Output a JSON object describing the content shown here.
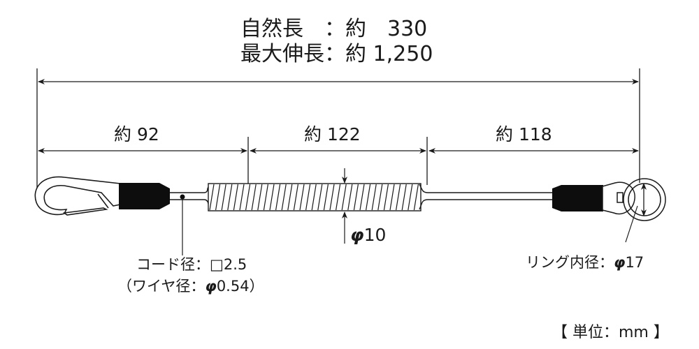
{
  "title": {
    "line1": "自然長　：約　330",
    "line2": "最大伸長：約 1,250"
  },
  "dimensions": {
    "hook_section": "約 92",
    "coil_section": "約 122",
    "straight_section": "約 118",
    "coil_diameter_symbol": "φ",
    "coil_diameter_value": "10"
  },
  "annotations": {
    "cord_diameter": "コード径：□2.5",
    "wire_diameter_prefix": "（ワイヤ径：",
    "wire_diameter_symbol": "φ",
    "wire_diameter_value": "0.54）",
    "ring_label": "リング内径：",
    "ring_symbol": "φ",
    "ring_value": "17"
  },
  "unit": "【 単位：mm 】",
  "colors": {
    "line": "#1a1a1a",
    "fill_dark": "#0d0d0d",
    "background": "#ffffff"
  }
}
